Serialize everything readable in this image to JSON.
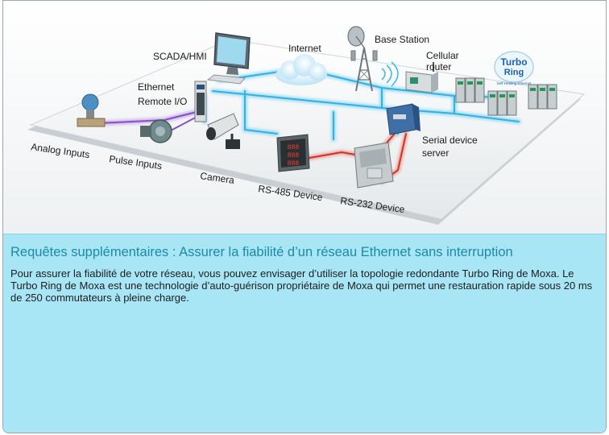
{
  "diagram": {
    "labels": {
      "scada": "SCADA/HMI",
      "internet": "Internet",
      "base_station": "Base Station",
      "cellular_1": "Cellular",
      "cellular_2": "router",
      "remote_1": "Ethernet",
      "remote_2": "Remote I/O",
      "analog": "Analog Inputs",
      "pulse": "Pulse Inputs",
      "camera": "Camera",
      "rs485": "RS-485 Device",
      "rs232": "RS-232 Device",
      "serial_1": "Serial device",
      "serial_2": "server"
    },
    "logo": {
      "line1": "Turbo",
      "line2": "Ring",
      "tagline": "Self-Healing Ethernet"
    },
    "rs485_readout": [
      "888",
      "888",
      "888"
    ],
    "colors": {
      "network": "#36b8e6",
      "serial": "#d23a2a",
      "io": "#8a4fc4"
    }
  },
  "info": {
    "title": "Requêtes supplémentaires : Assurer la fiabilité d’un réseau Ethernet sans interruption",
    "body": "Pour assurer la fiabilité de votre réseau, vous pouvez envisager d’utiliser la topologie redondante Turbo Ring de Moxa. Le Turbo Ring de Moxa est une technologie d’auto-guérison propriétaire de Moxa qui permet une restauration rapide sous 20 ms de 250 commutateurs à pleine charge."
  }
}
